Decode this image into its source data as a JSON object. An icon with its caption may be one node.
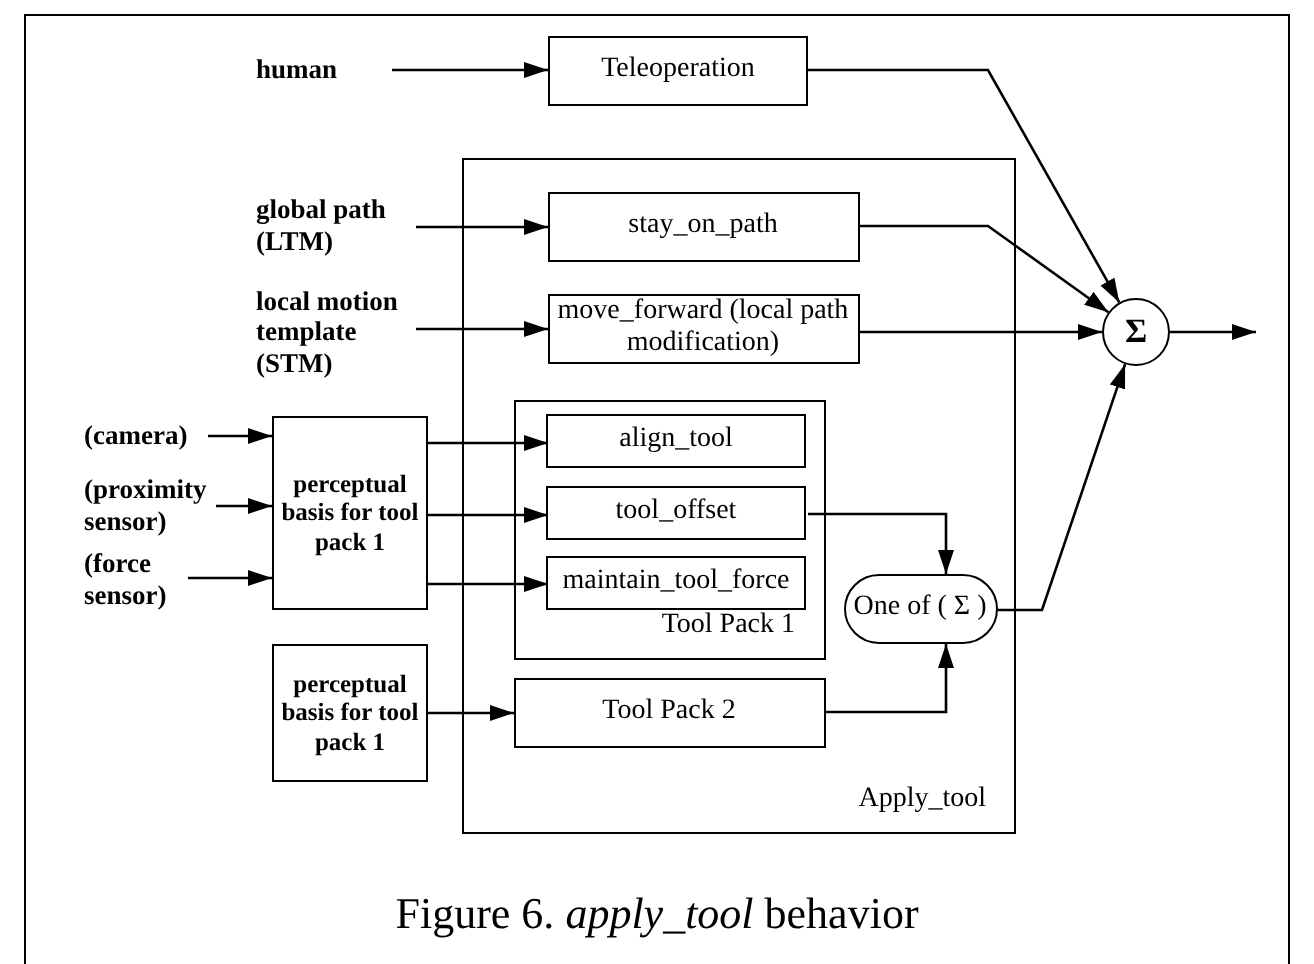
{
  "diagram": {
    "caption": "Figure 6.  *apply_tool* behavior",
    "nodes": [
      {
        "text": [
          "human"
        ]
      },
      {
        "text": [
          "Teleoperation"
        ]
      },
      {
        "text": [
          "Apply_tool"
        ]
      },
      {
        "text": [
          "global path (LTM)"
        ]
      },
      {
        "text": [
          "stay_on_path"
        ],
        "in": 2
      },
      {
        "text": [
          "local motion template (STM)"
        ]
      },
      {
        "text": [
          "move_forward (local path modification)"
        ],
        "in": 2
      },
      {
        "text": [
          "Tool Pack 1"
        ],
        "in": 2
      },
      {
        "text": [
          "align_tool"
        ],
        "in": 7
      },
      {
        "text": [
          "tool_offset"
        ],
        "in": 7
      },
      {
        "text": [
          "maintain_tool_force"
        ],
        "in": 7
      },
      {
        "text": [
          "(camera)"
        ]
      },
      {
        "text": [
          "(proximity sensor)"
        ]
      },
      {
        "text": [
          "(force sensor)"
        ]
      },
      {
        "text": [
          "perceptual basis for tool pack 1"
        ]
      },
      {
        "text": [
          "perceptual basis for tool pack 1"
        ]
      },
      {
        "text": [
          "Tool Pack 2"
        ],
        "in": 2
      },
      {
        "text": [
          "One of ( Σ )"
        ],
        "in": 2
      },
      {
        "text": [
          "Σ"
        ]
      }
    ],
    "edges": [
      {
        "from": 0,
        "to": 1,
        "arrow": "to"
      },
      {
        "from": 1,
        "to": 18,
        "arrow": "to"
      },
      {
        "from": 3,
        "to": 4,
        "arrow": "to"
      },
      {
        "from": 4,
        "to": 18,
        "arrow": "to"
      },
      {
        "from": 5,
        "to": 6,
        "arrow": "to"
      },
      {
        "from": 6,
        "to": 18,
        "arrow": "to"
      },
      {
        "from": 11,
        "to": 14,
        "arrow": "to"
      },
      {
        "from": 12,
        "to": 14,
        "arrow": "to"
      },
      {
        "from": 13,
        "to": 14,
        "arrow": "to"
      },
      {
        "from": 14,
        "to": 8,
        "arrow": "to"
      },
      {
        "from": 14,
        "to": 9,
        "arrow": "to"
      },
      {
        "from": 14,
        "to": 10,
        "arrow": "to"
      },
      {
        "from": 9,
        "to": 17,
        "arrow": "to"
      },
      {
        "from": 15,
        "to": 16,
        "arrow": "to"
      },
      {
        "from": 16,
        "to": 17,
        "arrow": "to"
      },
      {
        "from": 17,
        "to": 18,
        "arrow": "to"
      },
      {
        "from": 18,
        "to": null,
        "arrow": "to"
      }
    ]
  }
}
